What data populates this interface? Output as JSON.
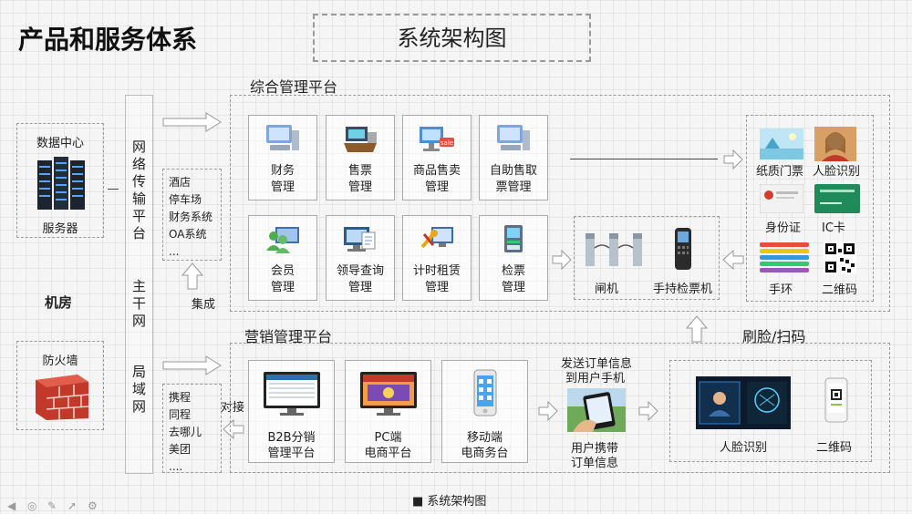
{
  "page_title": "产品和服务体系",
  "diagram_title": "系统架构图",
  "caption": "■ 系统架构图",
  "machine_room": {
    "label": "机房",
    "data_center": "数据中心",
    "server": "服务器",
    "firewall": "防火墙"
  },
  "network": {
    "transmission": [
      "网",
      "络",
      "传",
      "输",
      "平",
      "台"
    ],
    "backbone": [
      "主",
      "干",
      "网"
    ],
    "lan": [
      "局",
      "域",
      "网"
    ]
  },
  "integration": {
    "label": "集成",
    "items": [
      "酒店",
      "停车场",
      "财务系统",
      "OA系统",
      "..."
    ]
  },
  "docking": {
    "label": "对接",
    "items": [
      "携程",
      "同程",
      "去哪儿",
      "美团",
      "...."
    ]
  },
  "comprehensive": {
    "title": "综合管理平台",
    "modules": [
      {
        "line1": "财务",
        "line2": "管理"
      },
      {
        "line1": "售票",
        "line2": "管理"
      },
      {
        "line1": "商品售卖",
        "line2": "管理"
      },
      {
        "line1": "自助售取",
        "line2": "票管理"
      },
      {
        "line1": "会员",
        "line2": "管理"
      },
      {
        "line1": "领导查询",
        "line2": "管理"
      },
      {
        "line1": "计时租赁",
        "line2": "管理"
      },
      {
        "line1": "检票",
        "line2": "管理"
      }
    ]
  },
  "terminals": {
    "gate": "闸机",
    "handheld": "手持检票机"
  },
  "media": {
    "paper_ticket": "纸质门票",
    "face": "人脸识别",
    "id_card": "身份证",
    "ic_card": "IC卡",
    "wristband": "手环",
    "qrcode": "二维码"
  },
  "marketing": {
    "title": "营销管理平台",
    "platforms": [
      {
        "line1": "B2B分销",
        "line2": "管理平台"
      },
      {
        "line1": "PC端",
        "line2": "电商平台"
      },
      {
        "line1": "移动端",
        "line2": "电商务台"
      }
    ],
    "send_order": {
      "line1": "发送订单信息",
      "line2": "到用户手机"
    },
    "user_order": {
      "line1": "用户携带",
      "line2": "订单信息"
    }
  },
  "scan": {
    "title": "刷脸/扫码",
    "face": "人脸识别",
    "qrcode": "二维码"
  }
}
